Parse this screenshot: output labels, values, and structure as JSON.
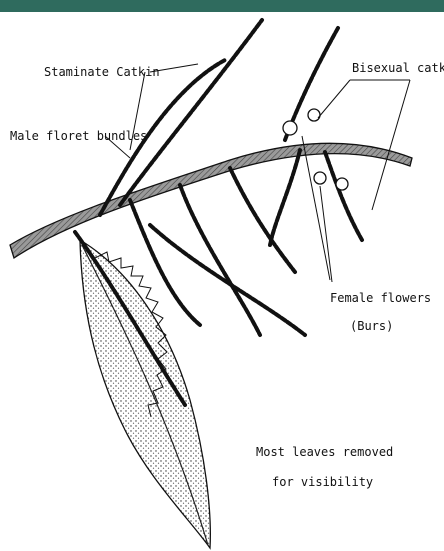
{
  "header": {
    "bar_color": "#2f6b5e"
  },
  "labels": {
    "staminate_catkin": "Staminate Catkin",
    "male_floret_bundles": "Male floret bundles",
    "bisexual_catkins": "Bisexual catkins",
    "female_flowers": "Female flowers",
    "burs": "(Burs)",
    "note_line1": "Most leaves removed",
    "note_line2": "for visibility"
  }
}
